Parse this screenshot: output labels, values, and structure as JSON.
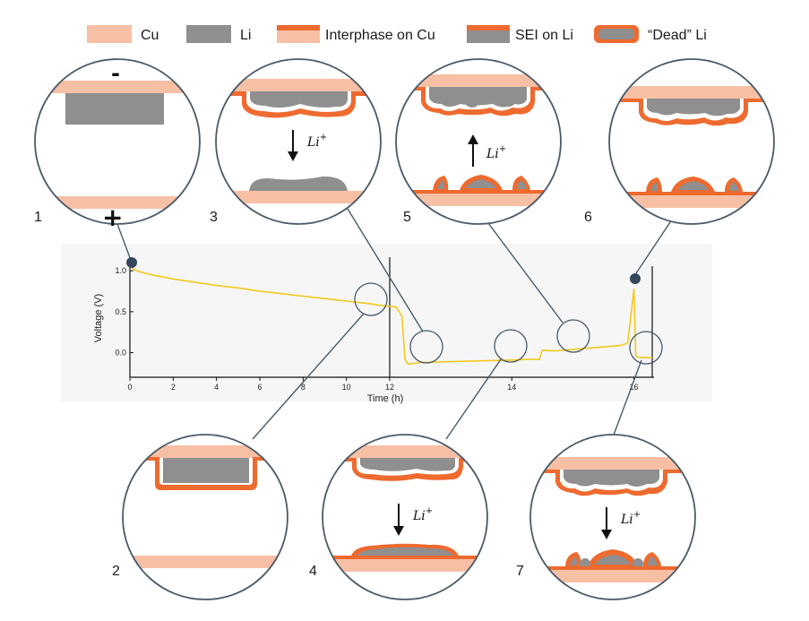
{
  "colors": {
    "cu": "#f7c0a5",
    "li": "#8f8f8f",
    "interphase": "#ee6a2f",
    "callout_line": "#4a5a6a",
    "curve": "#f2c91c",
    "marker": "#34475b",
    "panel_bg": "#f6f6f6"
  },
  "legend": [
    {
      "label": "Cu",
      "icon": "cu-swatch"
    },
    {
      "label": "Li",
      "icon": "li-swatch"
    },
    {
      "label": "Interphase on Cu",
      "icon": "interphase-cu-swatch"
    },
    {
      "label": "SEI on Li",
      "icon": "sei-li-swatch"
    },
    {
      "label": "“Dead” Li",
      "icon": "dead-li-swatch"
    }
  ],
  "steps": [
    "1",
    "2",
    "3",
    "4",
    "5",
    "6",
    "7"
  ],
  "electrode_signs": {
    "negative": "-",
    "positive": "+"
  },
  "ion_label": {
    "base": "Li",
    "sup": "+"
  },
  "chart_data": {
    "type": "line",
    "xlabel": "Time (h)",
    "ylabel": "Voltage (V)",
    "axis_break": true,
    "segments": [
      {
        "xlim": [
          0,
          12
        ],
        "xticks": [
          "0",
          "2",
          "4",
          "6",
          "8",
          "10",
          "12"
        ]
      },
      {
        "xlim": [
          12,
          16.3
        ],
        "xticks": [
          "12",
          "14",
          "16"
        ]
      }
    ],
    "ylim": [
      -0.3,
      1.1
    ],
    "yticks": [
      "0.0",
      "0.5",
      "1.0"
    ],
    "series": [
      {
        "x": [
          0,
          0.3,
          1,
          2,
          3,
          4,
          5,
          6,
          7,
          8,
          9,
          10,
          11,
          11.8,
          12.1,
          12.2,
          12.25,
          12.3,
          12.5,
          13,
          13.5,
          14,
          14.3,
          14.45,
          14.5,
          14.7,
          15,
          15.5,
          15.8,
          15.9,
          15.95,
          16.0,
          16.03,
          16.06,
          16.1,
          16.3
        ],
        "y": [
          1.05,
          1.0,
          0.95,
          0.9,
          0.86,
          0.82,
          0.79,
          0.75,
          0.72,
          0.69,
          0.66,
          0.63,
          0.6,
          0.57,
          0.56,
          0.45,
          -0.08,
          -0.14,
          -0.12,
          -0.11,
          -0.1,
          -0.09,
          -0.08,
          -0.08,
          0.03,
          0.02,
          0.04,
          0.07,
          0.09,
          0.12,
          0.45,
          0.78,
          -0.04,
          -0.05,
          -0.06,
          -0.06
        ]
      }
    ]
  }
}
